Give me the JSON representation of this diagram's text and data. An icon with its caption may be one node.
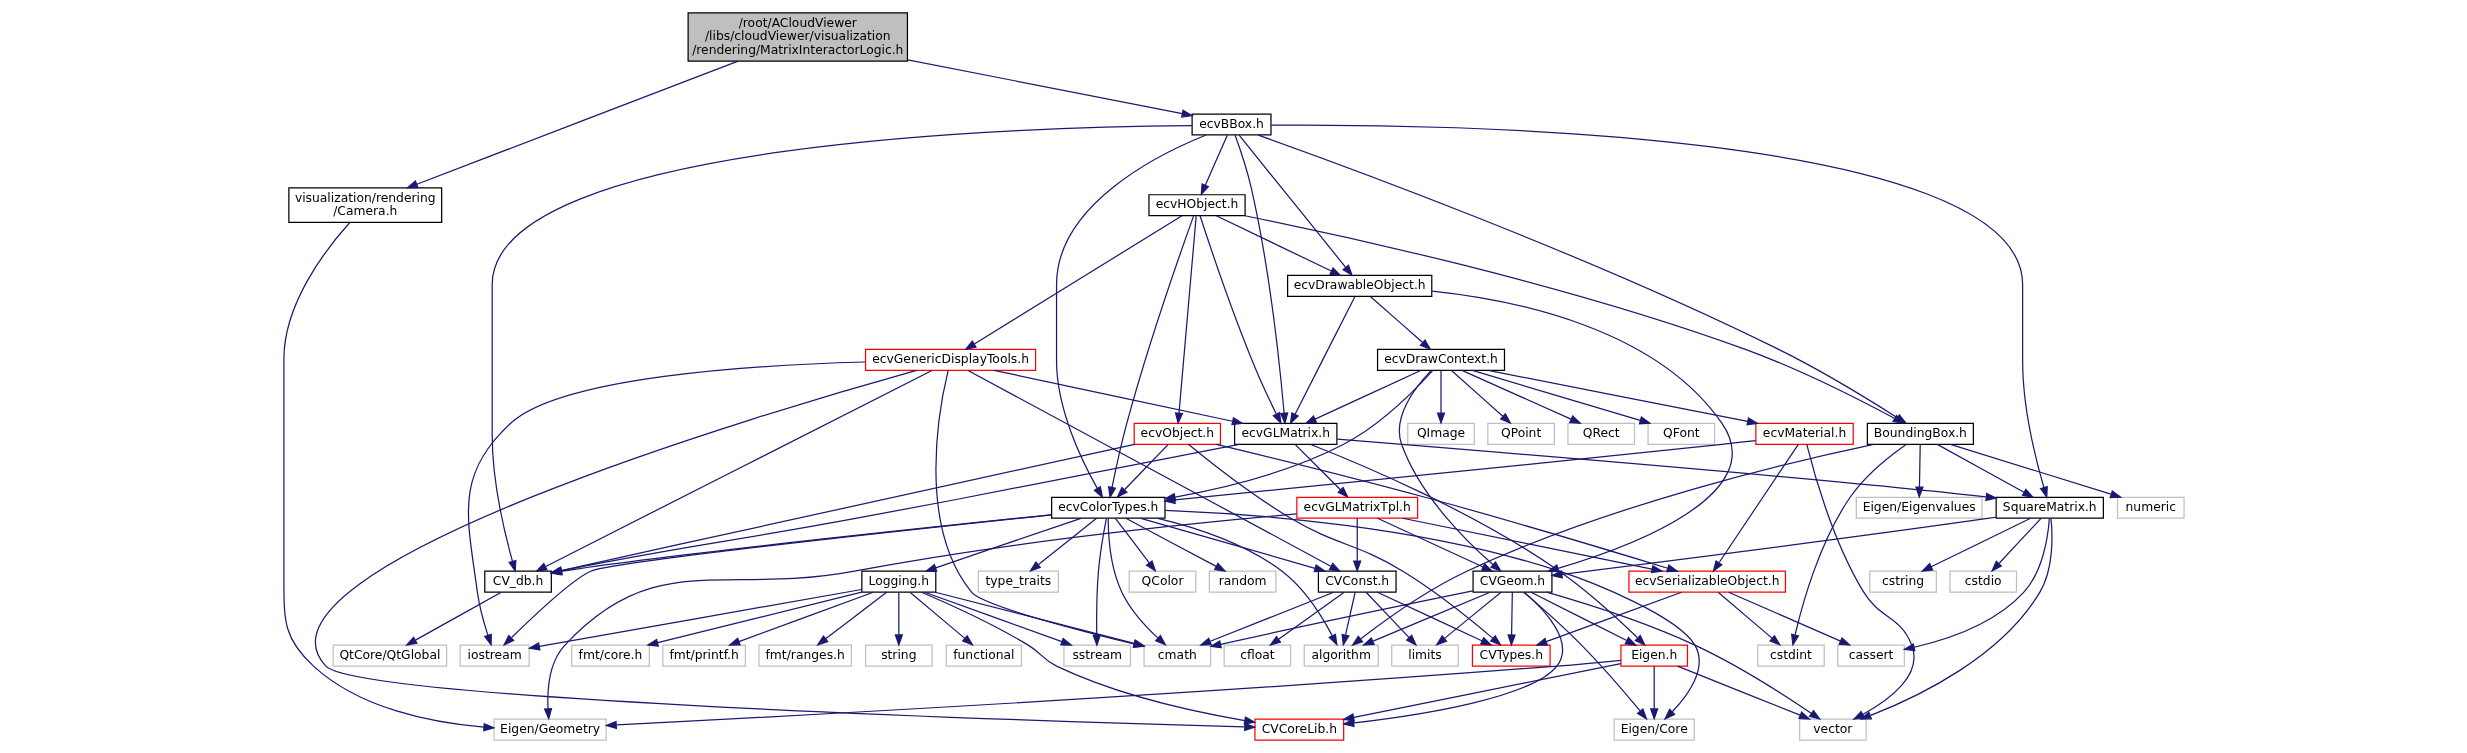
{
  "diagram": {
    "nodes": [
      {
        "text": [
          "/root/ACloudViewer /libs/cloudViewer/visualization /rendering/MatrixInteractorLogic.h"
        ]
      },
      {
        "text": [
          "ecvBBox.h"
        ]
      },
      {
        "text": [
          "visualization/rendering /Camera.h"
        ]
      },
      {
        "text": [
          "ecvHObject.h"
        ]
      },
      {
        "text": [
          "ecvDrawableObject.h"
        ]
      },
      {
        "text": [
          "ecvGenericDisplayTools.h"
        ]
      },
      {
        "text": [
          "ecvDrawContext.h"
        ]
      },
      {
        "text": [
          "BoundingBox.h"
        ]
      },
      {
        "text": [
          "ecvObject.h"
        ]
      },
      {
        "text": [
          "QPoint"
        ]
      },
      {
        "text": [
          "QRect"
        ]
      },
      {
        "text": [
          "QFont"
        ]
      },
      {
        "text": [
          "QImage"
        ]
      },
      {
        "text": [
          "ecvMaterial.h"
        ]
      },
      {
        "text": [
          "ecvGLMatrix.h"
        ]
      },
      {
        "text": [
          "ecvColorTypes.h"
        ]
      },
      {
        "text": [
          "ecvGLMatrixTpl.h"
        ]
      },
      {
        "text": [
          "SquareMatrix.h"
        ]
      },
      {
        "text": [
          "numeric"
        ]
      },
      {
        "text": [
          "Eigen/Eigenvalues"
        ]
      },
      {
        "text": [
          "CV_db.h"
        ]
      },
      {
        "text": [
          "Logging.h"
        ]
      },
      {
        "text": [
          "QColor"
        ]
      },
      {
        "text": [
          "random"
        ]
      },
      {
        "text": [
          "type_traits"
        ]
      },
      {
        "text": [
          "CVConst.h"
        ]
      },
      {
        "text": [
          "CVGeom.h"
        ]
      },
      {
        "text": [
          "ecvSerializableObject.h"
        ]
      },
      {
        "text": [
          "cstdio"
        ]
      },
      {
        "text": [
          "cstring"
        ]
      },
      {
        "text": [
          "QtCore/QtGlobal"
        ]
      },
      {
        "text": [
          "iostream"
        ]
      },
      {
        "text": [
          "sstream"
        ]
      },
      {
        "text": [
          "fmt/core.h"
        ]
      },
      {
        "text": [
          "fmt/printf.h"
        ]
      },
      {
        "text": [
          "fmt/ranges.h"
        ]
      },
      {
        "text": [
          "string"
        ]
      },
      {
        "text": [
          "functional"
        ]
      },
      {
        "text": [
          "cmath"
        ]
      },
      {
        "text": [
          "algorithm"
        ]
      },
      {
        "text": [
          "cfloat"
        ]
      },
      {
        "text": [
          "limits"
        ]
      },
      {
        "text": [
          "CVTypes.h"
        ]
      },
      {
        "text": [
          "Eigen.h"
        ]
      },
      {
        "text": [
          "cassert"
        ]
      },
      {
        "text": [
          "cstdint"
        ]
      },
      {
        "text": [
          "CVCoreLib.h"
        ]
      },
      {
        "text": [
          "Eigen/Core"
        ]
      },
      {
        "text": [
          "vector"
        ]
      },
      {
        "text": [
          "Eigen/Geometry"
        ]
      }
    ],
    "edges": [
      {
        "from": 0,
        "to": 1,
        "arrow": "to"
      },
      {
        "from": 0,
        "to": 2,
        "arrow": "to"
      },
      {
        "from": 1,
        "to": 3,
        "arrow": "to"
      },
      {
        "from": 1,
        "to": 4,
        "arrow": "to"
      },
      {
        "from": 1,
        "to": 14,
        "arrow": "to"
      },
      {
        "from": 1,
        "to": 17,
        "arrow": "to"
      },
      {
        "from": 1,
        "to": 7,
        "arrow": "to"
      },
      {
        "from": 1,
        "to": 20,
        "arrow": "to"
      },
      {
        "from": 1,
        "to": 15,
        "arrow": "to"
      },
      {
        "from": 2,
        "to": 49,
        "arrow": "to"
      },
      {
        "from": 3,
        "to": 4,
        "arrow": "to"
      },
      {
        "from": 3,
        "to": 14,
        "arrow": "to"
      },
      {
        "from": 3,
        "to": 7,
        "arrow": "to"
      },
      {
        "from": 3,
        "to": 5,
        "arrow": "to"
      },
      {
        "from": 3,
        "to": 15,
        "arrow": "to"
      },
      {
        "from": 3,
        "to": 8,
        "arrow": "to"
      },
      {
        "from": 4,
        "to": 6,
        "arrow": "to"
      },
      {
        "from": 4,
        "to": 26,
        "arrow": "to"
      },
      {
        "from": 4,
        "to": 14,
        "arrow": "to"
      },
      {
        "from": 5,
        "to": 14,
        "arrow": "to"
      },
      {
        "from": 5,
        "to": 20,
        "arrow": "to"
      },
      {
        "from": 5,
        "to": 31,
        "arrow": "to"
      },
      {
        "from": 5,
        "to": 38,
        "arrow": "to"
      },
      {
        "from": 5,
        "to": 46,
        "arrow": "to"
      },
      {
        "from": 5,
        "to": 25,
        "arrow": "to"
      },
      {
        "from": 6,
        "to": 9,
        "arrow": "to"
      },
      {
        "from": 6,
        "to": 10,
        "arrow": "to"
      },
      {
        "from": 6,
        "to": 11,
        "arrow": "to"
      },
      {
        "from": 6,
        "to": 12,
        "arrow": "to"
      },
      {
        "from": 6,
        "to": 13,
        "arrow": "to"
      },
      {
        "from": 6,
        "to": 14,
        "arrow": "to"
      },
      {
        "from": 6,
        "to": 15,
        "arrow": "to"
      },
      {
        "from": 6,
        "to": 26,
        "arrow": "to"
      },
      {
        "from": 7,
        "to": 17,
        "arrow": "to"
      },
      {
        "from": 7,
        "to": 18,
        "arrow": "to"
      },
      {
        "from": 7,
        "to": 19,
        "arrow": "to"
      },
      {
        "from": 7,
        "to": 45,
        "arrow": "to"
      },
      {
        "from": 7,
        "to": 39,
        "arrow": "to"
      },
      {
        "from": 8,
        "to": 15,
        "arrow": "to"
      },
      {
        "from": 8,
        "to": 20,
        "arrow": "to"
      },
      {
        "from": 8,
        "to": 42,
        "arrow": "to"
      },
      {
        "from": 8,
        "to": 27,
        "arrow": "to"
      },
      {
        "from": 13,
        "to": 15,
        "arrow": "to"
      },
      {
        "from": 13,
        "to": 27,
        "arrow": "to"
      },
      {
        "from": 13,
        "to": 48,
        "arrow": "to"
      },
      {
        "from": 14,
        "to": 20,
        "arrow": "to"
      },
      {
        "from": 14,
        "to": 16,
        "arrow": "to"
      },
      {
        "from": 14,
        "to": 17,
        "arrow": "to"
      },
      {
        "from": 14,
        "to": 43,
        "arrow": "to"
      },
      {
        "from": 15,
        "to": 20,
        "arrow": "to"
      },
      {
        "from": 15,
        "to": 21,
        "arrow": "to"
      },
      {
        "from": 15,
        "to": 22,
        "arrow": "to"
      },
      {
        "from": 15,
        "to": 23,
        "arrow": "to"
      },
      {
        "from": 15,
        "to": 24,
        "arrow": "to"
      },
      {
        "from": 15,
        "to": 25,
        "arrow": "to"
      },
      {
        "from": 15,
        "to": 39,
        "arrow": "to"
      },
      {
        "from": 15,
        "to": 38,
        "arrow": "to"
      },
      {
        "from": 15,
        "to": 47,
        "arrow": "to"
      },
      {
        "from": 15,
        "to": 31,
        "arrow": "to"
      },
      {
        "from": 15,
        "to": 32,
        "arrow": "to"
      },
      {
        "from": 16,
        "to": 27,
        "arrow": "to"
      },
      {
        "from": 16,
        "to": 49,
        "arrow": "to"
      },
      {
        "from": 16,
        "to": 25,
        "arrow": "to"
      },
      {
        "from": 16,
        "to": 26,
        "arrow": "to"
      },
      {
        "from": 17,
        "to": 28,
        "arrow": "to"
      },
      {
        "from": 17,
        "to": 29,
        "arrow": "to"
      },
      {
        "from": 17,
        "to": 44,
        "arrow": "to"
      },
      {
        "from": 17,
        "to": 48,
        "arrow": "to"
      },
      {
        "from": 17,
        "to": 26,
        "arrow": "to"
      },
      {
        "from": 20,
        "to": 30,
        "arrow": "to"
      },
      {
        "from": 21,
        "to": 31,
        "arrow": "to"
      },
      {
        "from": 21,
        "to": 32,
        "arrow": "to"
      },
      {
        "from": 21,
        "to": 33,
        "arrow": "to"
      },
      {
        "from": 21,
        "to": 34,
        "arrow": "to"
      },
      {
        "from": 21,
        "to": 35,
        "arrow": "to"
      },
      {
        "from": 21,
        "to": 36,
        "arrow": "to"
      },
      {
        "from": 21,
        "to": 37,
        "arrow": "to"
      },
      {
        "from": 21,
        "to": 38,
        "arrow": "to"
      },
      {
        "from": 21,
        "to": 46,
        "arrow": "to"
      },
      {
        "from": 25,
        "to": 38,
        "arrow": "to"
      },
      {
        "from": 25,
        "to": 39,
        "arrow": "to"
      },
      {
        "from": 25,
        "to": 40,
        "arrow": "to"
      },
      {
        "from": 25,
        "to": 41,
        "arrow": "to"
      },
      {
        "from": 25,
        "to": 42,
        "arrow": "to"
      },
      {
        "from": 26,
        "to": 38,
        "arrow": "to"
      },
      {
        "from": 26,
        "to": 39,
        "arrow": "to"
      },
      {
        "from": 26,
        "to": 41,
        "arrow": "to"
      },
      {
        "from": 26,
        "to": 42,
        "arrow": "to"
      },
      {
        "from": 26,
        "to": 43,
        "arrow": "to"
      },
      {
        "from": 26,
        "to": 46,
        "arrow": "to"
      },
      {
        "from": 26,
        "to": 47,
        "arrow": "to"
      },
      {
        "from": 26,
        "to": 48,
        "arrow": "to"
      },
      {
        "from": 27,
        "to": 42,
        "arrow": "to"
      },
      {
        "from": 27,
        "to": 44,
        "arrow": "to"
      },
      {
        "from": 27,
        "to": 45,
        "arrow": "to"
      },
      {
        "from": 43,
        "to": 46,
        "arrow": "to"
      },
      {
        "from": 43,
        "to": 47,
        "arrow": "to"
      },
      {
        "from": 43,
        "to": 48,
        "arrow": "to"
      },
      {
        "from": 43,
        "to": 49,
        "arrow": "to"
      }
    ]
  }
}
